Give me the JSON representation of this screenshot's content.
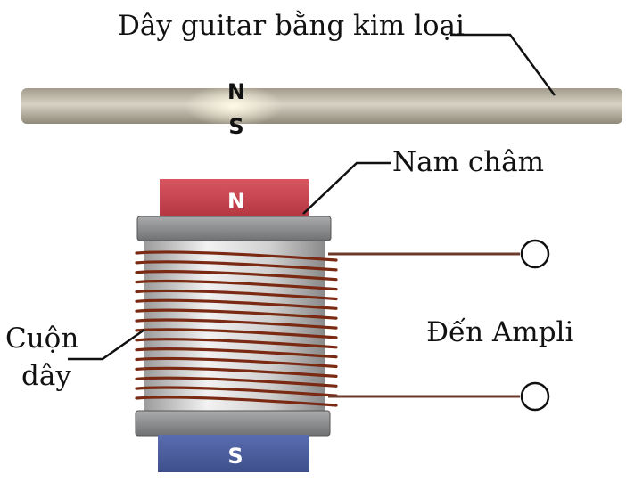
{
  "labels": {
    "string": "Dây guitar bằng kim loại",
    "magnet": "Nam châm",
    "coil_line1": "Cuộn",
    "coil_line2": "dây",
    "amp": "Đến Ampli"
  },
  "poles": {
    "string_north": "N",
    "string_south": "S",
    "magnet_north": "N",
    "magnet_south": "S"
  },
  "colors": {
    "string": "#c8c2b2",
    "magnet_north": "#c8454f",
    "magnet_south": "#4a5d9c",
    "spool_flange": "#8e9092",
    "spool_core": "#dcdcdc",
    "wire": "#7a2a12",
    "lead_wire": "#6b3a2a"
  }
}
